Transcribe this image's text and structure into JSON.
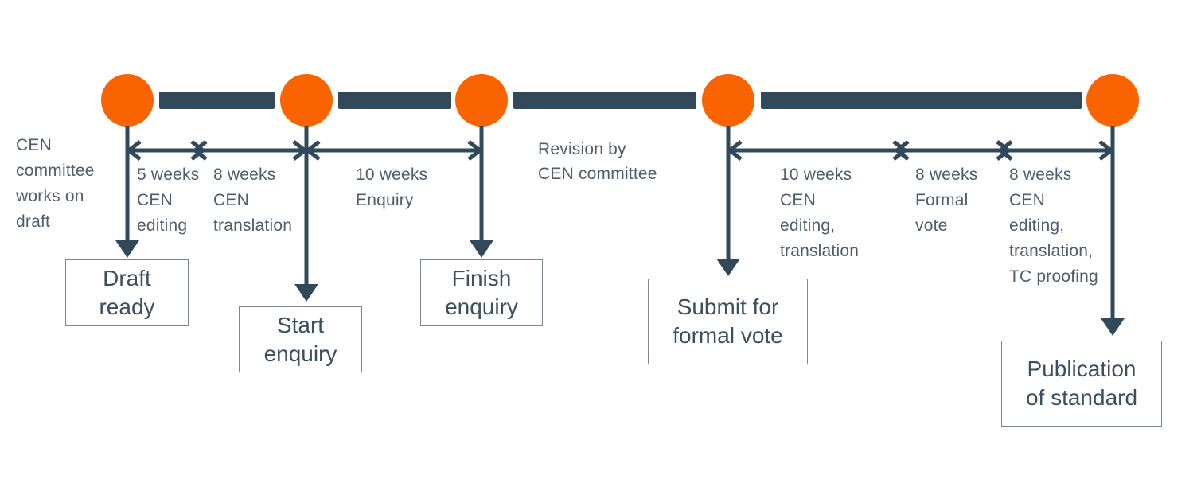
{
  "diagram": {
    "type": "process-timeline",
    "colors": {
      "accent_orange": "#FA6400",
      "slate_dark": "#32495A",
      "text_slate": "#4E5E6A",
      "box_text": "#3C4F5E",
      "box_border": "#7C868D"
    },
    "notes": {
      "start": "CEN\ncommittee\nworks on\ndraft",
      "revision": "Revision by\nCEN committee"
    },
    "durations": [
      {
        "weeks": 5,
        "activity": "CEN editing",
        "label": "5 weeks\nCEN\nediting"
      },
      {
        "weeks": 8,
        "activity": "CEN translation",
        "label": "8 weeks\nCEN\ntranslation"
      },
      {
        "weeks": 10,
        "activity": "Enquiry",
        "label": "10 weeks\nEnquiry"
      },
      {
        "weeks": 10,
        "activity": "CEN editing, translation",
        "label": "10 weeks\nCEN\nediting,\ntranslation"
      },
      {
        "weeks": 8,
        "activity": "Formal vote",
        "label": "8 weeks\nFormal\nvote"
      },
      {
        "weeks": 8,
        "activity": "CEN editing, translation, TC proofing",
        "label": "8 weeks\nCEN\nediting,\ntranslation,\nTC proofing"
      }
    ],
    "milestones": [
      {
        "label": "Draft\nready"
      },
      {
        "label": "Start\nenquiry"
      },
      {
        "label": "Finish\nenquiry"
      },
      {
        "label": "Submit for\nformal vote"
      },
      {
        "label": "Publication\nof standard"
      }
    ]
  }
}
